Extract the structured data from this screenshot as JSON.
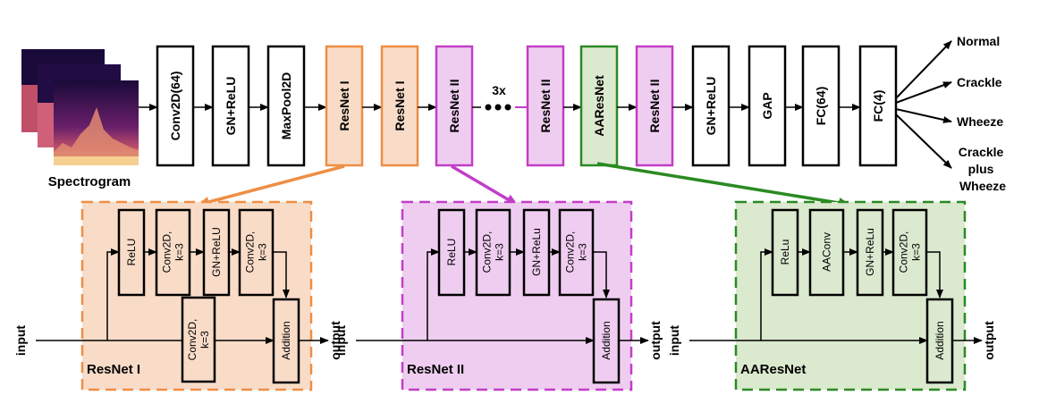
{
  "input_label": "Spectrogram",
  "pipeline": [
    {
      "id": "conv64",
      "label": "Conv2D(64)",
      "style": "plain"
    },
    {
      "id": "gnrelu1",
      "label": "GN+ReLU",
      "style": "plain"
    },
    {
      "id": "maxpool",
      "label": "MaxPool2D",
      "style": "plain"
    },
    {
      "id": "resnet1a",
      "label": "ResNet I",
      "style": "orange"
    },
    {
      "id": "resnet1b",
      "label": "ResNet I",
      "style": "orange"
    },
    {
      "id": "resnet2a",
      "label": "ResNet II",
      "style": "purple"
    },
    {
      "id": "resnet2b",
      "label": "ResNet II",
      "style": "purple"
    },
    {
      "id": "aaresnet",
      "label": "AAResNet",
      "style": "green"
    },
    {
      "id": "resnet2c",
      "label": "ResNet II",
      "style": "purple"
    },
    {
      "id": "gnrelu2",
      "label": "GN+ReLU",
      "style": "plain"
    },
    {
      "id": "gap",
      "label": "GAP",
      "style": "plain"
    },
    {
      "id": "fc64",
      "label": "FC(64)",
      "style": "plain"
    },
    {
      "id": "fc4",
      "label": "FC(4)",
      "style": "plain"
    }
  ],
  "repeat_label": "3x",
  "outputs": [
    "Normal",
    "Crackle",
    "Wheeze",
    "Crackle plus Wheeze"
  ],
  "outputs_wrapped": [
    "Crackle",
    "plus",
    "Wheeze"
  ],
  "blocks": [
    {
      "id": "resnet1",
      "title": "ResNet I",
      "inner": [
        "ReLU",
        "Conv2D, k=3",
        "GN+ReLU",
        "Conv2D, k=3"
      ],
      "shortcut": "Conv2D, k=3",
      "add": "Addition",
      "input": "input",
      "output": "output"
    },
    {
      "id": "resnet2",
      "title": "ResNet II",
      "inner": [
        "ReLU",
        "Conv2D, k=3",
        "GN+ReLu",
        "Conv2D, k=3"
      ],
      "add": "Addition",
      "input": "input",
      "output": "output"
    },
    {
      "id": "aaresnet",
      "title": "AAResNet",
      "inner": [
        "ReLu",
        "AAConv",
        "GN+ReLu",
        "Conv2D, k=3"
      ],
      "add": "Addition",
      "input": "input",
      "output": "output"
    }
  ],
  "colors": {
    "orange_fill": "#f9dcc8",
    "orange_stroke": "#ee8e44",
    "purple_fill": "#efcdf0",
    "purple_stroke": "#c23ec8",
    "green_fill": "#dbe9cf",
    "green_stroke": "#2a8a22",
    "spec_dark": "#1a0a3a",
    "spec_mid": "#b0406a",
    "spec_light": "#f5d090"
  }
}
